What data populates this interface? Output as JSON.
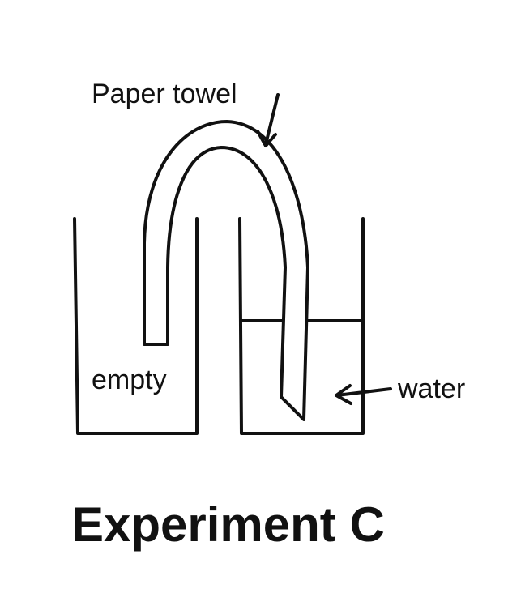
{
  "labels": {
    "paper_towel": "Paper towel",
    "empty": "empty",
    "water": "water"
  },
  "title": "Experiment C",
  "colors": {
    "ink": "#111111",
    "background": "#ffffff"
  }
}
